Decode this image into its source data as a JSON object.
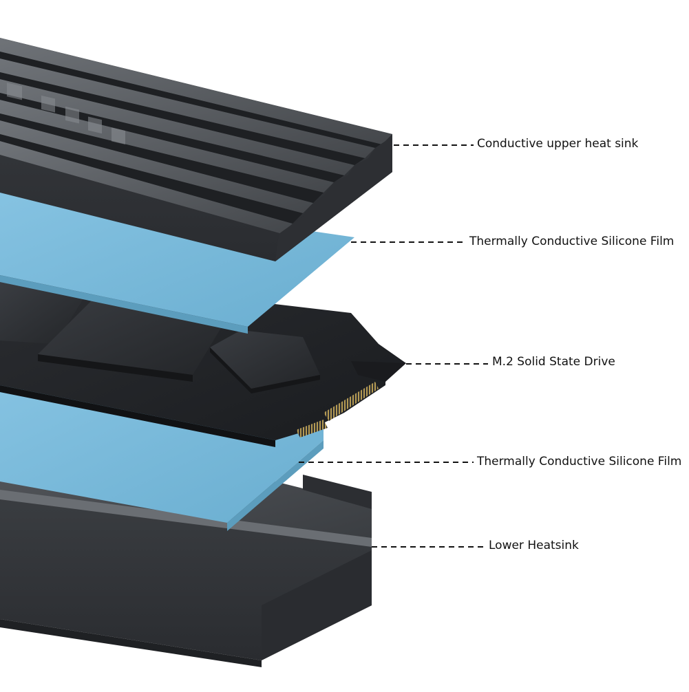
{
  "colors": {
    "background": "#ffffff",
    "aluminum": "#3f4246",
    "aluminum_dark": "#2a2c30",
    "aluminum_light": "#6d7176",
    "pcb": "#1f2124",
    "chip": "#2f3236",
    "silicone_film": "#7ab8d8",
    "contacts": "#b59a52",
    "leader_line": "#111111",
    "text": "#111111"
  },
  "components": [
    {
      "id": "upper-heatsink",
      "label": "Conductive upper heat sink"
    },
    {
      "id": "silicone-film-upper",
      "label": "Thermally Conductive Silicone Film"
    },
    {
      "id": "ssd",
      "label": "M.2 Solid State Drive"
    },
    {
      "id": "silicone-film-lower",
      "label": "Thermally Conductive Silicone Film"
    },
    {
      "id": "lower-heatsink",
      "label": "Lower Heatsink"
    }
  ]
}
